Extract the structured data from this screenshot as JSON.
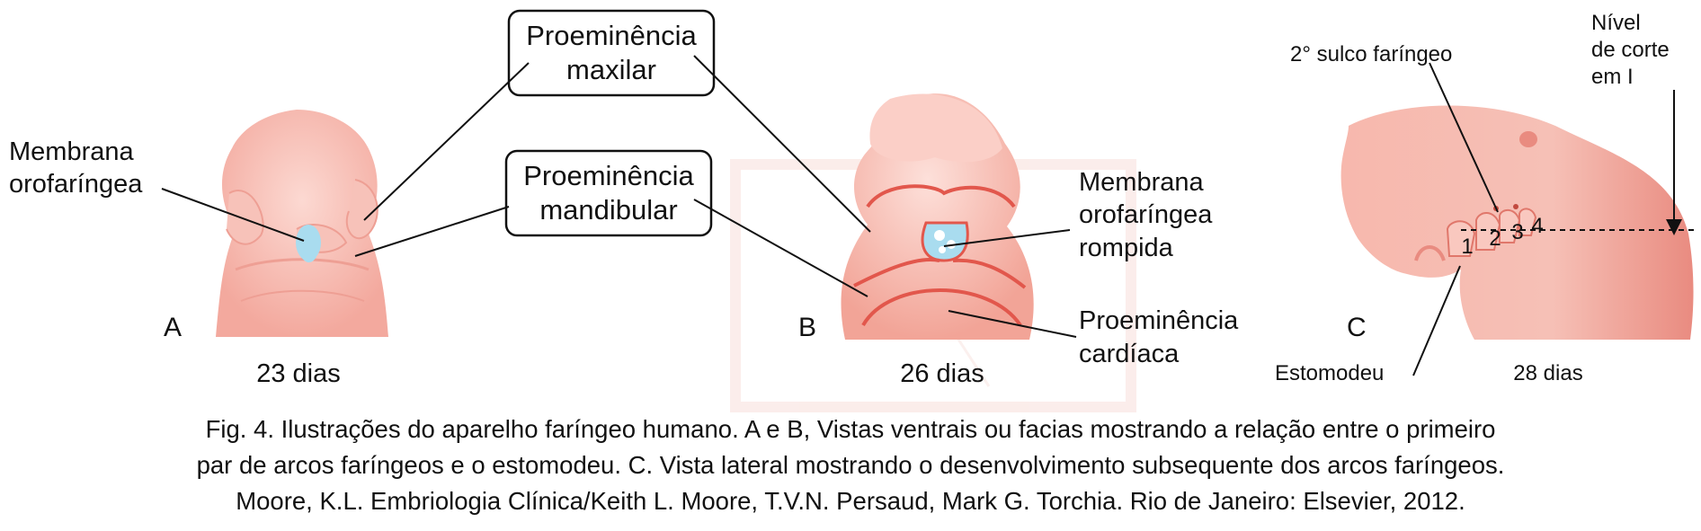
{
  "panel_a": {
    "letter": "A",
    "day_label": "23 dias",
    "membrane_label_line1": "Membrana",
    "membrane_label_line2": "orofaríngea"
  },
  "panel_b": {
    "letter": "B",
    "day_label": "26 dias",
    "ruptured_membrane_line1": "Membrana",
    "ruptured_membrane_line2": "orofaríngea",
    "ruptured_membrane_line3": "rompida",
    "cardiac_line1": "Proeminência",
    "cardiac_line2": "cardíaca"
  },
  "shared_boxes": {
    "maxillary_line1": "Proeminência",
    "maxillary_line2": "maxilar",
    "mandibular_line1": "Proeminência",
    "mandibular_line2": "mandibular"
  },
  "panel_c": {
    "letter": "C",
    "day_label": "28 dias",
    "groove_label": "2° sulco faríngeo",
    "cut_level_line1": "Nível",
    "cut_level_line2": "de corte",
    "cut_level_line3": "em I",
    "stomodeum_label": "Estomodeu",
    "arch_numbers": [
      "1",
      "2",
      "3",
      "4"
    ]
  },
  "caption": {
    "line1": "Fig. 4. Ilustrações do aparelho faríngeo humano. A e B, Vistas ventrais ou facias mostrando a relação entre o primeiro",
    "line2": "par de arcos faríngeos e o estomodeu. C. Vista lateral mostrando o desenvolvimento subsequente dos arcos faríngeos.",
    "line3": "Moore, K.L. Embriologia Clínica/Keith L. Moore, T.V.N. Persaud, Mark G. Torchia. Rio de Janeiro: Elsevier, 2012."
  },
  "colors": {
    "embryo_pink": "#f5b2a8",
    "embryo_light": "#fbd3cc",
    "ridge_red": "#e2574c",
    "membrane_blue": "#a9dcef"
  }
}
